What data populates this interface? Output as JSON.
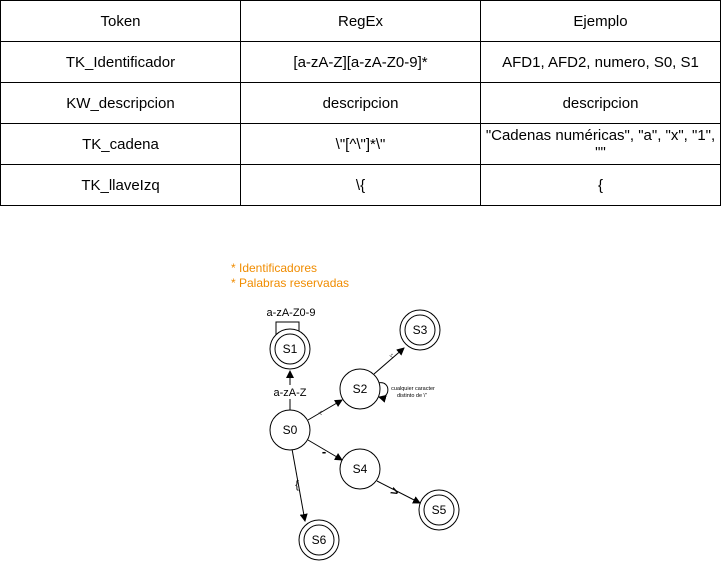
{
  "table": {
    "headers": [
      "Token",
      "RegEx",
      "Ejemplo"
    ],
    "rows": [
      [
        "TK_Identificador",
        "[a-zA-Z][a-zA-Z0-9]*",
        "AFD1, AFD2, numero, S0, S1"
      ],
      [
        "KW_descripcion",
        "descripcion",
        "descripcion"
      ],
      [
        "TK_cadena",
        "\\\"[^\\\"]*\\\"",
        "\"Cadenas numéricas\", \"a\", \"x\", \"1\", \"\""
      ],
      [
        "TK_llaveIzq",
        "\\{",
        "{"
      ]
    ]
  },
  "notes": [
    "* Identificadores",
    "* Palabras reservadas"
  ],
  "note_color": "#f08c00",
  "states": {
    "s0": "S0",
    "s1": "S1",
    "s2": "S2",
    "s3": "S3",
    "s4": "S4",
    "s5": "S5",
    "s6": "S6"
  },
  "edges": {
    "s1_loop": "a-zA-Z0-9",
    "s0_s1": "a-zA-Z",
    "s0_s2": "\\\"",
    "s2_s3": "\\\"",
    "s2_loop_line1": "cualquier caracter",
    "s2_loop_line2": "distinto de \\\"",
    "s0_s4": "-",
    "s4_s5": ">",
    "s0_s6": "{"
  }
}
